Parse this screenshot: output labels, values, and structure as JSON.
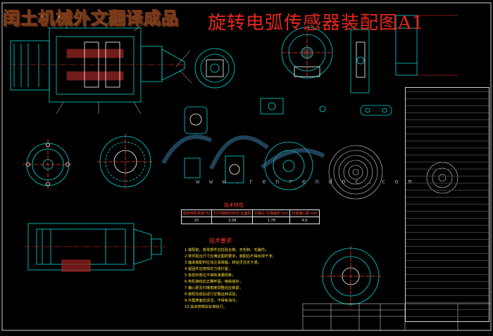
{
  "header": {
    "title": "旋转电弧传感器装配图A1",
    "watermark_text": "闰土机械外文翻译成品",
    "site_url": "w w w . r e n r e n d o c . c o m"
  },
  "spec_table": {
    "title": "技术特性",
    "headers": [
      "旋转电机转速 Hz",
      "扫-扫描转动传动 比面积",
      "扫描头 扫描面积 mm",
      "扫描偏心距 mm"
    ],
    "values": [
      "25",
      "3.39",
      "1.78",
      "4.6"
    ]
  },
  "notes": {
    "title": "技术要求",
    "items": [
      "1.装配前，各零部件应检验合格，无毛刺、无磕伤；",
      "2.零件配合尺寸应满足图样要求，装配后不得出现干涉；",
      "3.轴承装配时应加注润滑脂，转动灵活无卡滞；",
      "4.紧固件应按规定力矩拧紧；",
      "5.各密封部位不得有渗漏现象；",
      "6.电机接线应正确牢固，绝缘良好；",
      "7.偏心距及扫描角度调整后应锁紧；",
      "8.装配完成后进行空载运转试验；",
      "9.外露表面应清洁，不得有油污；",
      "10.其余按相关标准执行。"
    ]
  },
  "colors": {
    "accent": "#e8261c",
    "line": "#00c8c8",
    "note": "#ffe03a"
  }
}
